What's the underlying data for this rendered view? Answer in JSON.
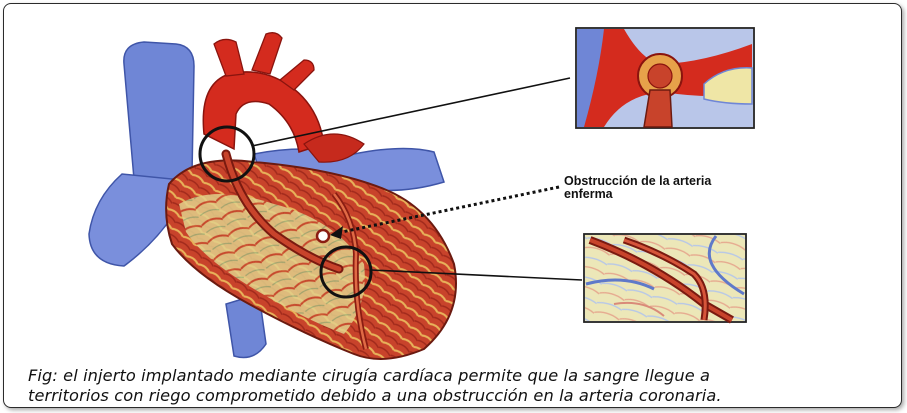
{
  "figure": {
    "annotation_label": "Obstrucción de la arteria\nenferma",
    "annotation_line1": "Obstrucción de la arteria",
    "annotation_line2": "enferma",
    "caption_line1": "Fig: el injerto implantado mediante cirugía cardíaca permite que la sangre llegue a",
    "caption_line2": "territorios con riego comprometido debido a una obstrucción en la arteria coronaria."
  },
  "colors": {
    "vein_blue": "#6f86d6",
    "aorta_red": "#d42b1e",
    "muscle_red": "#c8432b",
    "fat_yellow": "#e3d68c",
    "graft_red": "#b8321f",
    "detail_bg_yellow": "#ece7b8",
    "outline": "#1a1a1a"
  },
  "icons": [
    "heart-illustration",
    "magnifier-circle-top",
    "magnifier-circle-bottom",
    "obstruction-marker",
    "dotted-arrow"
  ]
}
